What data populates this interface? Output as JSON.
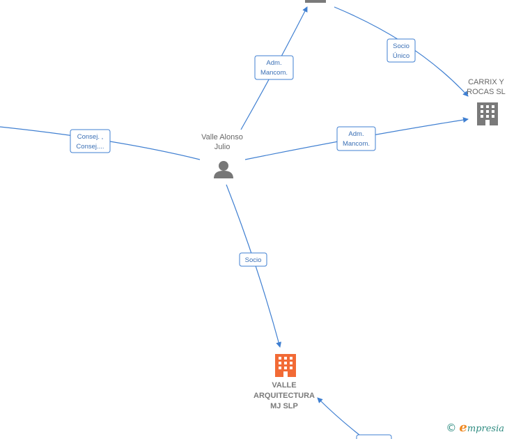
{
  "center_person": {
    "name_lines": [
      "Valle Alonso",
      "Julio"
    ]
  },
  "companies": {
    "carrix": {
      "name_lines": [
        "CARRIX Y",
        "ROCAS SL"
      ]
    },
    "valle": {
      "name_lines": [
        "VALLE",
        "ARQUITECTURA",
        "MJ  SLP"
      ]
    }
  },
  "edges": {
    "adm_mancom_top": {
      "lines": [
        "Adm.",
        "Mancom."
      ]
    },
    "socio_unico": {
      "lines": [
        "Socio",
        "Único"
      ]
    },
    "adm_mancom_right": {
      "lines": [
        "Adm.",
        "Mancom."
      ]
    },
    "consej": {
      "lines": [
        "Consej. ,",
        "Consej...."
      ]
    },
    "socio": {
      "lines": [
        "Socio"
      ]
    }
  },
  "colors": {
    "edge": "#3f7fd1",
    "company": "#7a7a7a",
    "main_company": "#f26a35",
    "person": "#777777"
  },
  "watermark": {
    "copyright": "©",
    "brand_initial": "e",
    "brand_rest": "mpresia"
  }
}
